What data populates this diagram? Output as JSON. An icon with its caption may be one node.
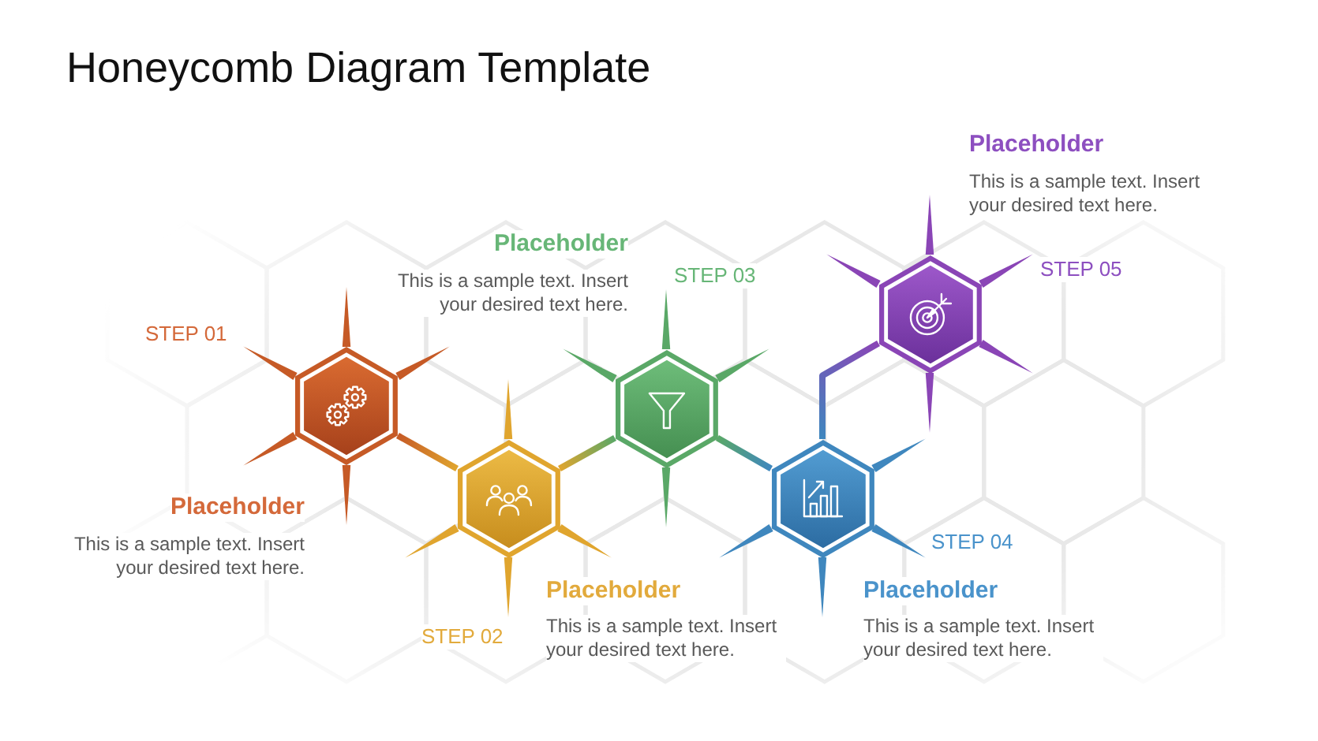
{
  "diagram": {
    "title": "Honeycomb Diagram Template",
    "nodes": [
      {
        "text": [],
        "shape": "hexagon",
        "beside": [
          "STEP 01",
          "Placeholder",
          "This is a sample text. Insert your desired text here."
        ]
      },
      {
        "text": [],
        "shape": "hexagon",
        "beside": [
          "STEP 02",
          "Placeholder",
          "This is a sample text. Insert your desired text here."
        ]
      },
      {
        "text": [],
        "shape": "hexagon",
        "beside": [
          "STEP 03",
          "Placeholder",
          "This is a sample text. Insert your desired text here."
        ]
      },
      {
        "text": [],
        "shape": "hexagon",
        "beside": [
          "STEP 04",
          "Placeholder",
          "This is a sample text. Insert your desired text here."
        ]
      },
      {
        "text": [],
        "shape": "hexagon",
        "beside": [
          "STEP 05",
          "Placeholder",
          "This is a sample text. Insert your desired text here."
        ]
      }
    ],
    "edges": [
      {
        "from": 0,
        "to": 1,
        "arrow": "none"
      },
      {
        "from": 1,
        "to": 2,
        "arrow": "none"
      },
      {
        "from": 2,
        "to": 3,
        "arrow": "none"
      },
      {
        "from": 3,
        "to": 4,
        "arrow": "none"
      }
    ]
  }
}
